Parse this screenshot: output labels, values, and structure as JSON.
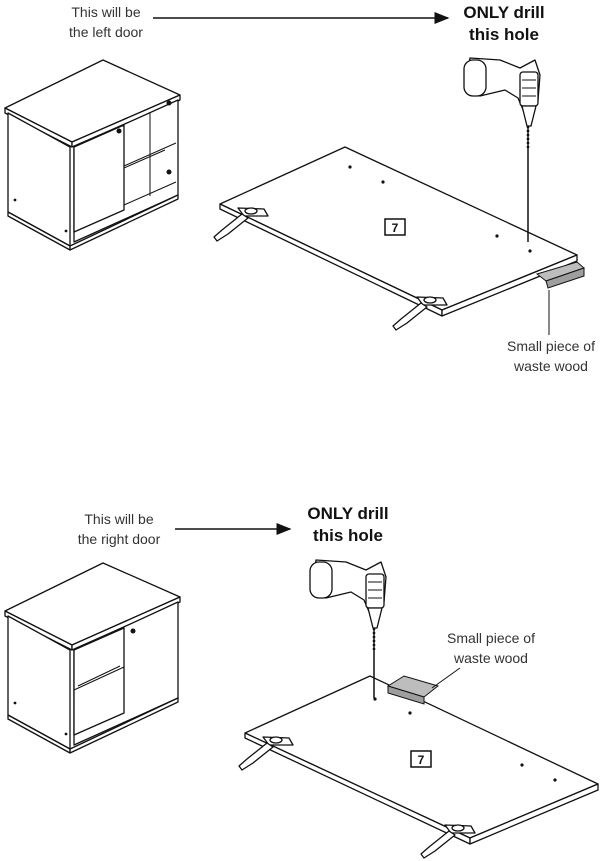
{
  "top_step": {
    "door_note": [
      "This will be",
      "the left door"
    ],
    "drill_note": [
      "ONLY drill",
      "this hole"
    ],
    "waste_note": [
      "Small piece of",
      "waste wood"
    ],
    "part_number": "7"
  },
  "bottom_step": {
    "door_note": [
      "This will be",
      "the right door"
    ],
    "drill_note": [
      "ONLY drill",
      "this hole"
    ],
    "waste_note": [
      "Small piece of",
      "waste wood"
    ],
    "part_number": "7"
  },
  "colors": {
    "line": "#111111",
    "waste_wood": "#bdbdbd",
    "background": "#ffffff"
  }
}
